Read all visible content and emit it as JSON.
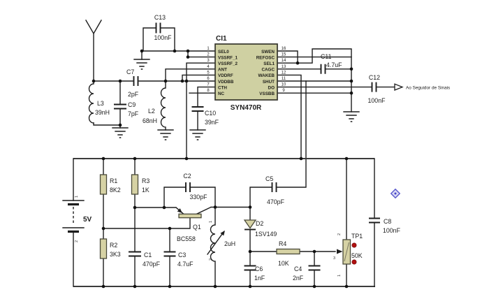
{
  "colors": {
    "background": "#ffffff",
    "wire": "#1d1d1d",
    "component_fill": "#d6d2a4",
    "ic_fill": "#cfd0a2",
    "test_point_dot": "#b01010",
    "cursor_marker": "#4646c8"
  },
  "ic": {
    "ref": "CI1",
    "part": "SYN470R",
    "pins_left": [
      {
        "num": "1",
        "name": "SEL0"
      },
      {
        "num": "2",
        "name": "VSSRF_1"
      },
      {
        "num": "3",
        "name": "VSSRF_2"
      },
      {
        "num": "4",
        "name": "ANT"
      },
      {
        "num": "5",
        "name": "VDDRF"
      },
      {
        "num": "6",
        "name": "VDDBB"
      },
      {
        "num": "7",
        "name": "CTH"
      },
      {
        "num": "8",
        "name": "NC"
      }
    ],
    "pins_right": [
      {
        "num": "16",
        "name": "SWEN"
      },
      {
        "num": "15",
        "name": "REFOSC"
      },
      {
        "num": "14",
        "name": "SEL1"
      },
      {
        "num": "13",
        "name": "CAGC"
      },
      {
        "num": "12",
        "name": "WAKEB"
      },
      {
        "num": "11",
        "name": "SHUT"
      },
      {
        "num": "10",
        "name": "DO"
      },
      {
        "num": "9",
        "name": "VSSBB"
      }
    ]
  },
  "components": {
    "c13": {
      "ref": "C13",
      "value": "100nF"
    },
    "c7": {
      "ref": "C7",
      "value": "2pF"
    },
    "l3": {
      "ref": "L3",
      "value": "39nH"
    },
    "c9": {
      "ref": "C9",
      "value": "7pF"
    },
    "l2": {
      "ref": "L2",
      "value": "68nH"
    },
    "c10": {
      "ref": "C10",
      "value": "39nF"
    },
    "c11": {
      "ref": "C11",
      "value": "4.7uF"
    },
    "c12": {
      "ref": "C12",
      "value": "100nF"
    },
    "battery": {
      "value": "5V",
      "pin_top": "1",
      "pin_bottom": "2"
    },
    "r1": {
      "ref": "R1",
      "value": "8K2"
    },
    "r2": {
      "ref": "R2",
      "value": "3K3"
    },
    "r3": {
      "ref": "R3",
      "value": "1K"
    },
    "c1": {
      "ref": "C1",
      "value": "470pF"
    },
    "c2": {
      "ref": "C2",
      "value": "330pF"
    },
    "c3": {
      "ref": "C3",
      "value": "4.7uF"
    },
    "q1": {
      "ref": "Q1",
      "value": "BC558"
    },
    "lvar": {
      "value": "2uH",
      "pin_top": "1",
      "pin_bottom": "2"
    },
    "d2": {
      "ref": "D2",
      "value": "1SV149"
    },
    "c5": {
      "ref": "C5",
      "value": "470pF"
    },
    "c6": {
      "ref": "C6",
      "value": "1nF"
    },
    "r4": {
      "ref": "R4",
      "value": "10K"
    },
    "c4": {
      "ref": "C4",
      "value": "2nF"
    },
    "tp1": {
      "ref": "TP1",
      "value": "50K",
      "pin_top": "2",
      "pin_wiper": "3",
      "pin_bottom": "1"
    },
    "c8": {
      "ref": "C8",
      "value": "100nF"
    }
  },
  "output": {
    "label": "Ao Seguidor de Sinais"
  }
}
